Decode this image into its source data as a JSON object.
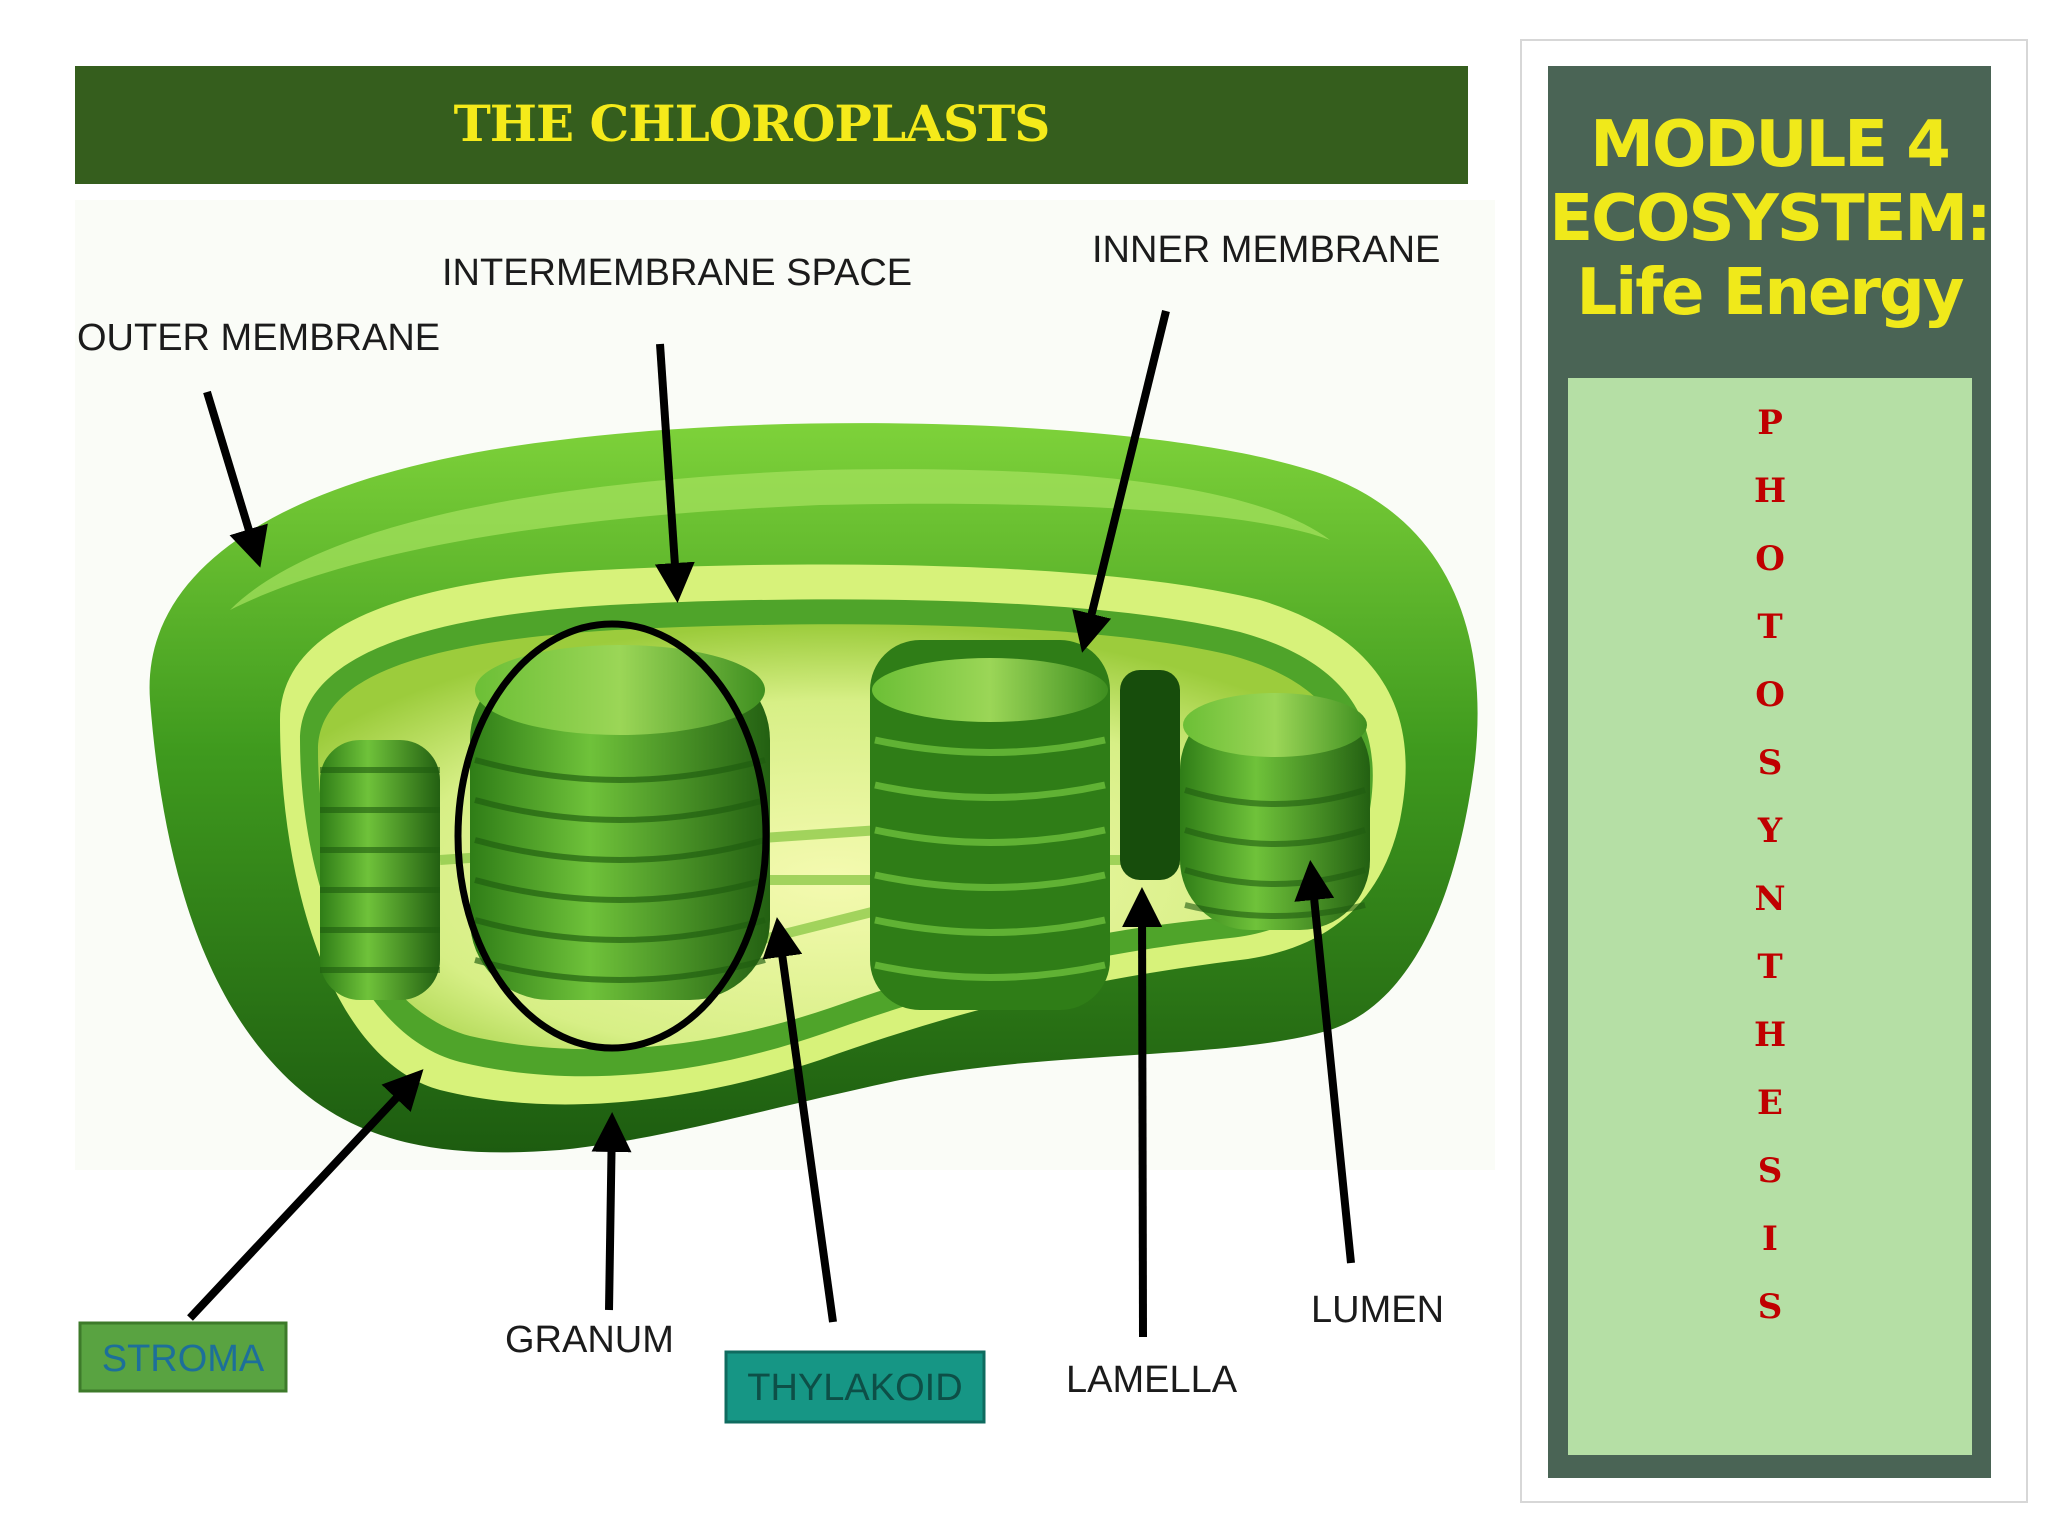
{
  "slide": {
    "title": "THE CHLOROPLASTS"
  },
  "labels": {
    "outer_membrane": "OUTER MEMBRANE",
    "intermembrane_space": "INTERMEMBRANE SPACE",
    "inner_membrane": "INNER MEMBRANE",
    "stroma": "STROMA",
    "granum": "GRANUM",
    "thylakoid": "THYLAKOID",
    "lamella": "LAMELLA",
    "lumen": "LUMEN"
  },
  "side_panel": {
    "title_line1": "MODULE 4",
    "title_line2": "ECOSYSTEM:",
    "title_line3": "Life Energy",
    "letters": [
      "P",
      "H",
      "O",
      "T",
      "O",
      "S",
      "Y",
      "N",
      "T",
      "H",
      "E",
      "S",
      "I",
      "S"
    ]
  },
  "colors": {
    "title_bar": "#355e1d",
    "title_text": "#f5ea1a",
    "stroma_box": "#59a341",
    "thylakoid_box": "#169685",
    "panel": "#4a6455",
    "inner_panel": "#b5dfa5",
    "letters": "#c00000"
  }
}
